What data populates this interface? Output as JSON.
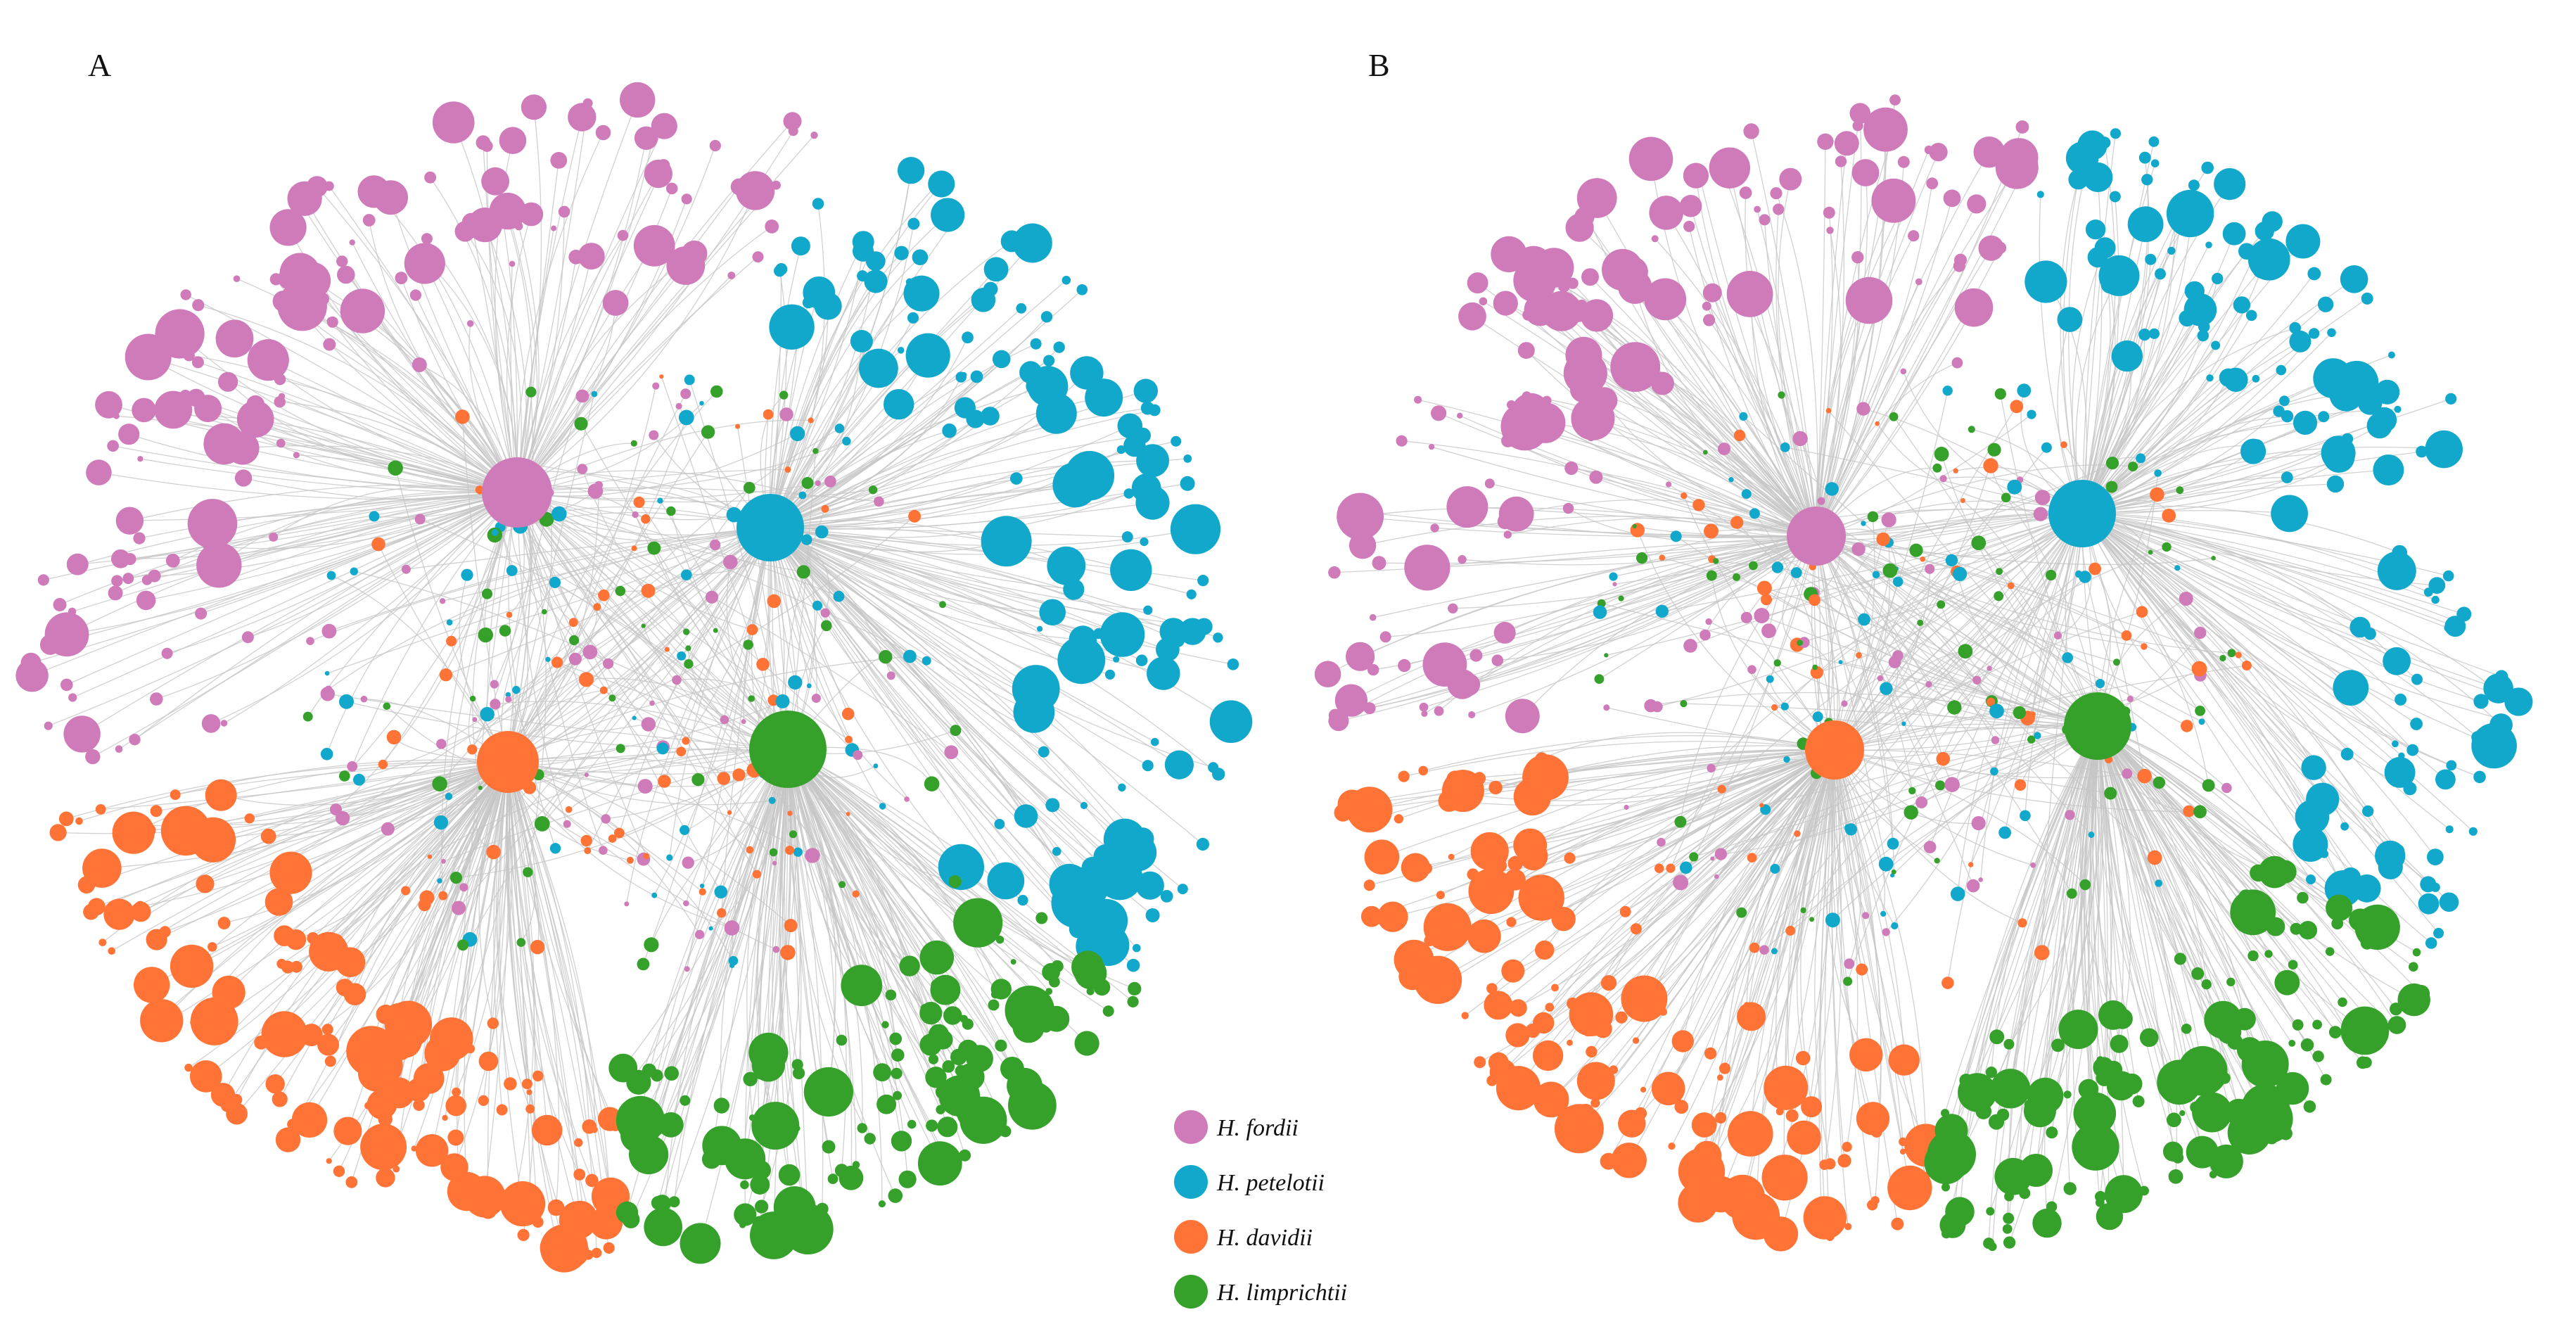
{
  "panels": [
    {
      "id": "A",
      "label": "A"
    },
    {
      "id": "B",
      "label": "B"
    }
  ],
  "legend": [
    {
      "species": "H. fordii",
      "color": "#cf7ab9"
    },
    {
      "species": "H. petelotii",
      "color": "#11a8cc"
    },
    {
      "species": "H. davidii",
      "color": "#ff7336"
    },
    {
      "species": "H. limprichtii",
      "color": "#35a12a"
    }
  ],
  "edge_color": "#c6c6c6"
}
